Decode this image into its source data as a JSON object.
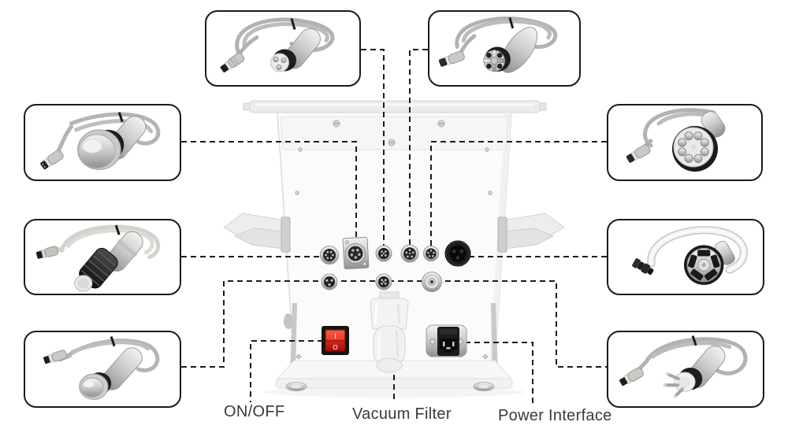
{
  "diagram": {
    "type": "product-connection-diagram",
    "labels": {
      "on_off": "ON/OFF",
      "vacuum_filter": "Vacuum Filter",
      "power_interface": "Power Interface"
    },
    "switch": {
      "on_mark": "I",
      "off_mark": "O"
    },
    "colors": {
      "background": "#ffffff",
      "leader_line": "#1c1c1a",
      "callout_border": "#1a1a1a",
      "switch_red": "#d5291b",
      "label_text": "#3a3a3a"
    },
    "callouts": [
      {
        "id": "top-left",
        "icon": "tripolar-rf-handpiece-photo"
      },
      {
        "id": "top-right",
        "icon": "rotating-3d-rf-handpiece-photo"
      },
      {
        "id": "left-top",
        "icon": "cavitation-40k-handpiece-photo"
      },
      {
        "id": "left-middle",
        "icon": "black-ribbed-probe-handpiece-photo"
      },
      {
        "id": "left-bottom",
        "icon": "rf-disc-handpiece-photo"
      },
      {
        "id": "right-top",
        "icon": "multipolar-8ball-rf-handpiece-photo"
      },
      {
        "id": "right-middle",
        "icon": "vacuum-suction-handpiece-photo"
      },
      {
        "id": "right-bottom",
        "icon": "tripolar-pin-rf-handpiece-photo"
      }
    ],
    "machine_ports": [
      "aviation-6pin-socket",
      "xlr-socket",
      "aviation-4pin-socket",
      "aviation-6pin-socket",
      "aviation-5pin-socket",
      "black-round-socket",
      "aviation-3pin-socket",
      "aviation-4pin-socket",
      "vacuum-air-inlet"
    ]
  }
}
